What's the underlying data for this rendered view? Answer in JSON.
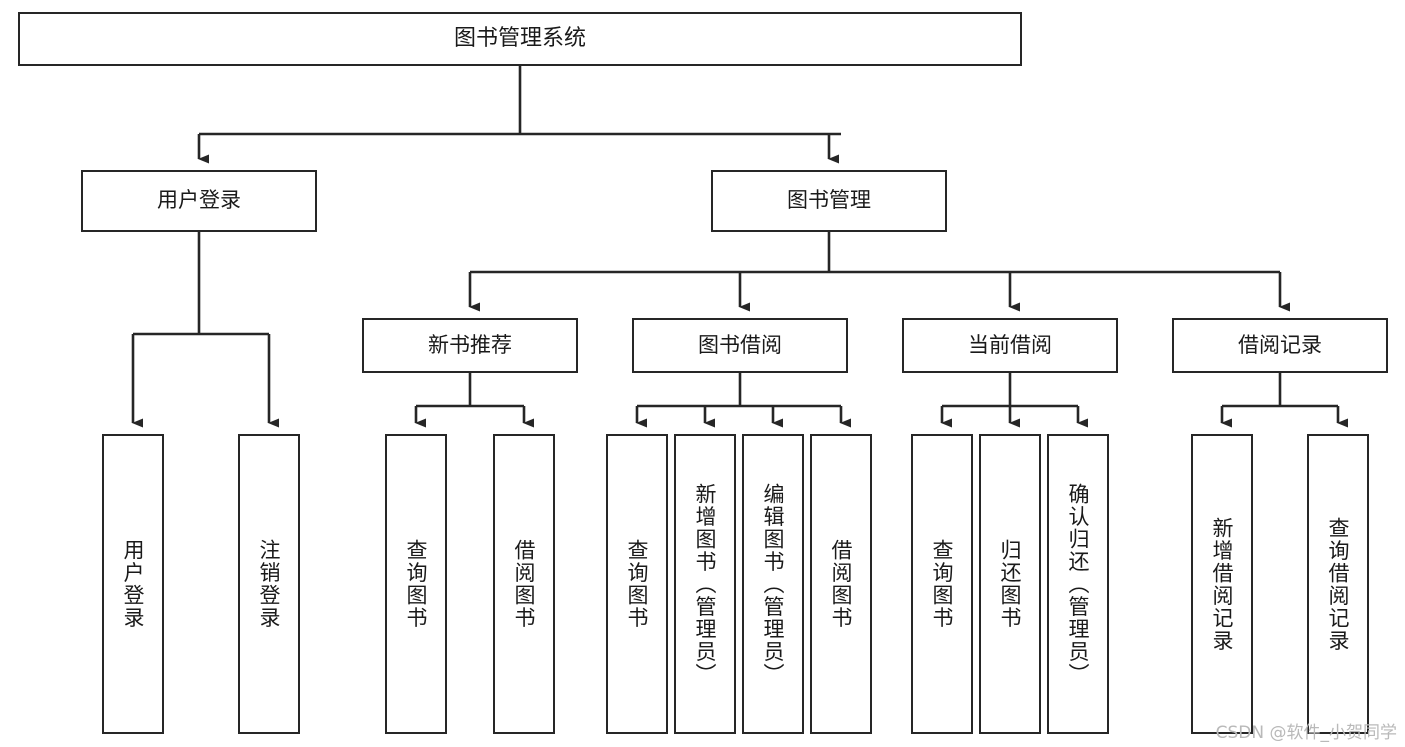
{
  "diagram": {
    "title": "图书管理系统",
    "type": "tree-hierarchy-diagram",
    "root": {
      "id": "root",
      "label": "图书管理系统"
    },
    "level2": [
      {
        "id": "user-login",
        "label": "用户登录"
      },
      {
        "id": "book-manage",
        "label": "图书管理"
      }
    ],
    "level3": [
      {
        "id": "new-book-recommend",
        "label": "新书推荐"
      },
      {
        "id": "book-borrow",
        "label": "图书借阅"
      },
      {
        "id": "current-borrow",
        "label": "当前借阅"
      },
      {
        "id": "borrow-record",
        "label": "借阅记录"
      }
    ],
    "leaves": {
      "user_login": [
        {
          "id": "leaf-user-login",
          "label": "用户登录"
        },
        {
          "id": "leaf-logout-login",
          "label": "注销登录"
        }
      ],
      "new_book_recommend": [
        {
          "id": "leaf-query-book-1",
          "label": "查询图书"
        },
        {
          "id": "leaf-borrow-book-1",
          "label": "借阅图书"
        }
      ],
      "book_borrow": [
        {
          "id": "leaf-query-book-2",
          "label": "查询图书"
        },
        {
          "id": "leaf-add-book",
          "label": "新增图书（管理员）"
        },
        {
          "id": "leaf-edit-book",
          "label": "编辑图书（管理员）"
        },
        {
          "id": "leaf-borrow-book-2",
          "label": "借阅图书"
        }
      ],
      "current_borrow": [
        {
          "id": "leaf-query-book-3",
          "label": "查询图书"
        },
        {
          "id": "leaf-return-book",
          "label": "归还图书"
        },
        {
          "id": "leaf-confirm-return",
          "label": "确认归还（管理员）"
        }
      ],
      "borrow_record": [
        {
          "id": "leaf-add-borrow-record",
          "label": "新增借阅记录"
        },
        {
          "id": "leaf-query-borrow-record",
          "label": "查询借阅记录"
        }
      ]
    },
    "watermark": "CSDN @软件_小贺同学",
    "colors": {
      "border": "#262626",
      "text": "#1a1a1a",
      "background": "#ffffff",
      "edge": "#262626",
      "watermark": "#b9b9b9"
    }
  }
}
